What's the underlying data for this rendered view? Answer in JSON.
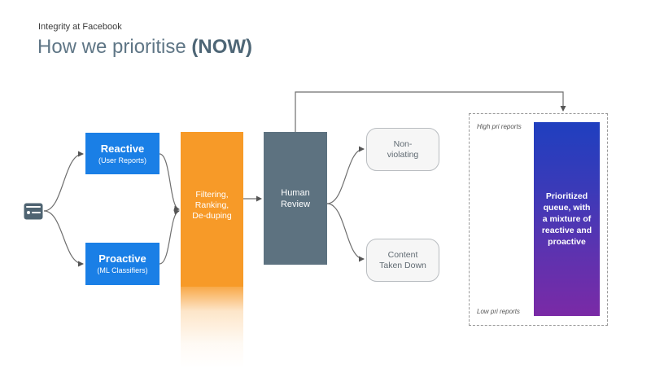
{
  "header": {
    "eyebrow": "Integrity at Facebook",
    "title_main": "How we prioritise ",
    "title_bold": "(NOW)"
  },
  "sources": {
    "reactive": {
      "title": "Reactive",
      "subtitle": "(User Reports)"
    },
    "proactive": {
      "title": "Proactive",
      "subtitle": "(ML Classifiers)"
    }
  },
  "filtering": {
    "lines": [
      "Filtering,",
      "Ranking,",
      "De-duping"
    ]
  },
  "human_review": {
    "lines": [
      "Human",
      "Review"
    ]
  },
  "outcomes": {
    "non_violating": {
      "lines": [
        "Non-",
        "violating"
      ]
    },
    "taken_down": {
      "lines": [
        "Content",
        "Taken Down"
      ]
    }
  },
  "queue": {
    "high_label": "High pri reports",
    "low_label": "Low pri reports",
    "lines": [
      "Prioritized",
      "queue, with",
      "a mixture of",
      "reactive and",
      "proactive"
    ]
  },
  "icons": {
    "source": "content-card-icon"
  },
  "colors": {
    "blue_box": "#1a7fe6",
    "filter": "#f79a28",
    "review": "#5d7280",
    "queue_top": "#1f3fbf",
    "queue_bottom": "#7a2aa6"
  }
}
